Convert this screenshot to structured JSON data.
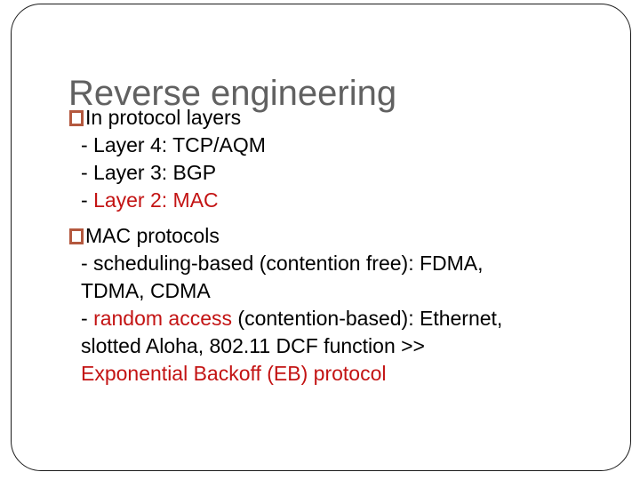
{
  "slide": {
    "title": "Reverse engineering",
    "colors": {
      "title": "#616161",
      "text": "#000000",
      "red": "#c31313",
      "bullet_outline": "#b4583e",
      "border": "#1b1b1b",
      "background": "#ffffff"
    },
    "bullet_marker": "open-square",
    "lines": [
      {
        "type": "bullet",
        "segments": [
          {
            "text": "In protocol layers",
            "red": false
          }
        ]
      },
      {
        "type": "sub",
        "segments": [
          {
            "text": "- Layer 4: TCP/AQM",
            "red": false
          }
        ]
      },
      {
        "type": "sub",
        "segments": [
          {
            "text": "- Layer 3: BGP",
            "red": false
          }
        ]
      },
      {
        "type": "sub",
        "segments": [
          {
            "text": "- ",
            "red": false
          },
          {
            "text": "Layer 2: MAC",
            "red": true
          }
        ]
      },
      {
        "type": "bullet",
        "segments": [
          {
            "text": "MAC protocols",
            "red": false
          }
        ]
      },
      {
        "type": "sub",
        "segments": [
          {
            "text": "- scheduling-based (contention free): FDMA,",
            "red": false
          }
        ]
      },
      {
        "type": "wrap",
        "segments": [
          {
            "text": "TDMA, CDMA",
            "red": false
          }
        ]
      },
      {
        "type": "sub",
        "segments": [
          {
            "text": "- ",
            "red": false
          },
          {
            "text": "random access",
            "red": true
          },
          {
            "text": " (contention-based): Ethernet,",
            "red": false
          }
        ]
      },
      {
        "type": "wrap",
        "segments": [
          {
            "text": "slotted Aloha, 802.11 DCF function >>",
            "red": false
          }
        ]
      },
      {
        "type": "wrap",
        "segments": [
          {
            "text": "Exponential Backoff (EB) protocol",
            "red": true
          }
        ]
      }
    ]
  }
}
